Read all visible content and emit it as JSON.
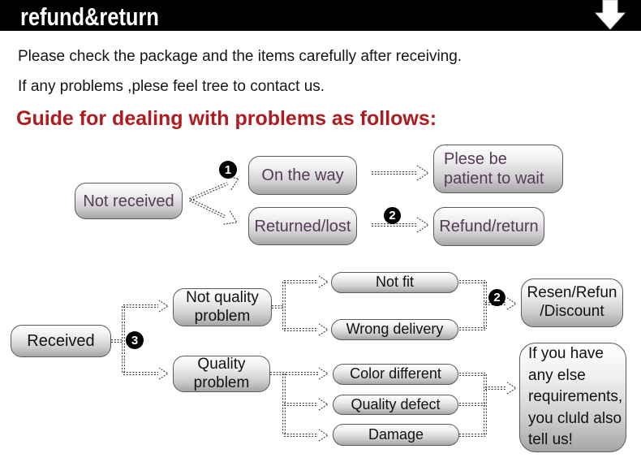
{
  "header": {
    "title": "refund&return"
  },
  "intro": {
    "line1": "Please check the package and the items carefully after receiving.",
    "line2": "If any problems ,plese feel tree to contact us."
  },
  "guide_heading": "Guide for dealing with problems as follows:",
  "colors": {
    "header_bg": "#000000",
    "heading_red": "#b01b1e",
    "flow1_text_purple": "#543a57",
    "box_border": "#5a5a5a",
    "connector": "#3a3a3a"
  },
  "badges": {
    "one": "1",
    "two": "2",
    "three": "3"
  },
  "flow1": {
    "not_received": "Not received",
    "on_the_way": "On the way",
    "returned_lost": "Returned/lost",
    "please_wait_lines": [
      "Plese be",
      "patient to wait"
    ],
    "refund_return": "Refund/return"
  },
  "flow2": {
    "received": "Received",
    "not_quality_lines": [
      "Not quality",
      "problem"
    ],
    "quality_lines": [
      "Quality",
      "problem"
    ],
    "not_fit": "Not fit",
    "wrong_delivery": "Wrong delivery",
    "color_different": "Color different",
    "quality_defect": "Quality defect",
    "damage": "Damage",
    "resen_lines": [
      "Resen/Refun",
      "/Discount"
    ],
    "else_lines": [
      "If you have",
      "any else",
      "requirements,",
      "you cluld also",
      "tell us!"
    ]
  }
}
